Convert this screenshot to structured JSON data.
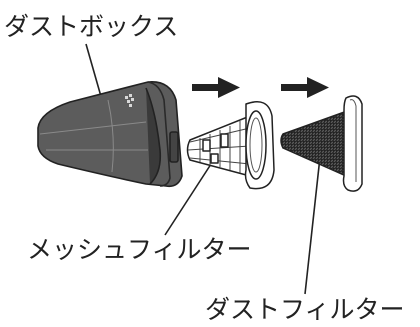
{
  "labels": {
    "dust_box": "ダストボックス",
    "mesh_filter": "メッシュフィルター",
    "dust_filter": "ダストフィルター"
  },
  "colors": {
    "ink": "#222222",
    "box_body": "#5c5c5c",
    "box_dark": "#3a3a3a",
    "filter_fill": "#ffffff"
  }
}
